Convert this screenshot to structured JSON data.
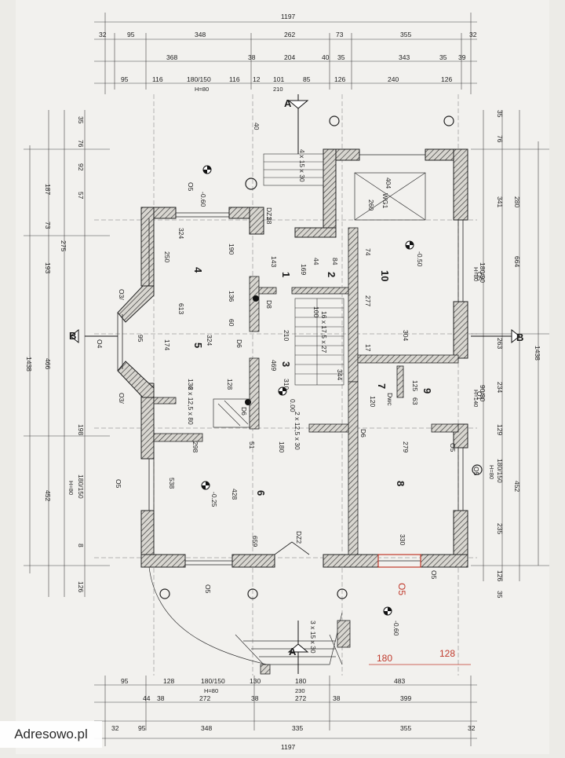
{
  "watermark": "Adresowo.pl",
  "top_dims": {
    "overall": "1197",
    "row1": [
      "32",
      "95",
      "348",
      "262",
      "73",
      "355",
      "32"
    ],
    "row2": [
      "368",
      "38",
      "204",
      "40",
      "35",
      "343",
      "35",
      "39"
    ],
    "row3": [
      "95",
      "116",
      "180/150",
      "116",
      "12",
      "101",
      "85",
      "126",
      "240",
      "126"
    ],
    "row3_sub": [
      "H=80",
      "210"
    ]
  },
  "bottom_dims": {
    "overall": "1197",
    "row1": [
      "95",
      "128",
      "180/150",
      "130",
      "180",
      "483"
    ],
    "row1_sub": [
      "H=80",
      "230"
    ],
    "row2": [
      "44",
      "38",
      "272",
      "38",
      "272",
      "38",
      "399"
    ],
    "row3": [
      "32",
      "95",
      "348",
      "335",
      "355",
      "32"
    ]
  },
  "left_dims": [
    "35",
    "76",
    "92",
    "187",
    "57",
    "73",
    "275",
    "193",
    "466",
    "1438",
    "198",
    "180/150",
    "H=80",
    "452",
    "126",
    "8"
  ],
  "right_dims": [
    "35",
    "76",
    "341",
    "280",
    "180/90",
    "664",
    "H=80",
    "263",
    "1438",
    "234",
    "90/90",
    "H=140",
    "129",
    "180/150",
    "H=80",
    "452",
    "235",
    "126",
    "35"
  ],
  "rooms": [
    {
      "label": "1"
    },
    {
      "label": "2"
    },
    {
      "label": "3"
    },
    {
      "label": "4"
    },
    {
      "label": "5"
    },
    {
      "label": "6"
    },
    {
      "label": "7"
    },
    {
      "label": "8"
    },
    {
      "label": "9"
    },
    {
      "label": "10"
    }
  ],
  "levels": [
    "-0.60",
    "-0.50",
    "0.00",
    "-0.25",
    "-0.60"
  ],
  "window_tags": [
    "O5",
    "O4",
    "O3/",
    "O3/",
    "O5",
    "O5",
    "O1",
    "O5",
    "O5",
    "O5",
    "O5"
  ],
  "door_tags": [
    "DZ1",
    "D8",
    "D6",
    "D6",
    "D6",
    "DZ2",
    "Dwc",
    "WG1"
  ],
  "section_marks": [
    "A",
    "A",
    "B",
    "B"
  ],
  "stairs": [
    "4 x 15 x 30",
    "16 x 17,5 x 27",
    "2 x 12,5 x 80",
    "2 x 12,5 x 30",
    "3 x 15 x 30"
  ],
  "inner_dims": [
    "324",
    "250",
    "613",
    "324",
    "95",
    "174",
    "404",
    "260",
    "143",
    "44",
    "84",
    "74",
    "277",
    "100",
    "304",
    "210",
    "469",
    "310",
    "136",
    "128",
    "344",
    "298",
    "51",
    "180",
    "279",
    "428",
    "659",
    "330",
    "120",
    "63",
    "125",
    "17",
    "538",
    "40",
    "38",
    "190",
    "169",
    "136",
    "60"
  ],
  "red_notes": [
    "O5",
    "180",
    "128"
  ]
}
